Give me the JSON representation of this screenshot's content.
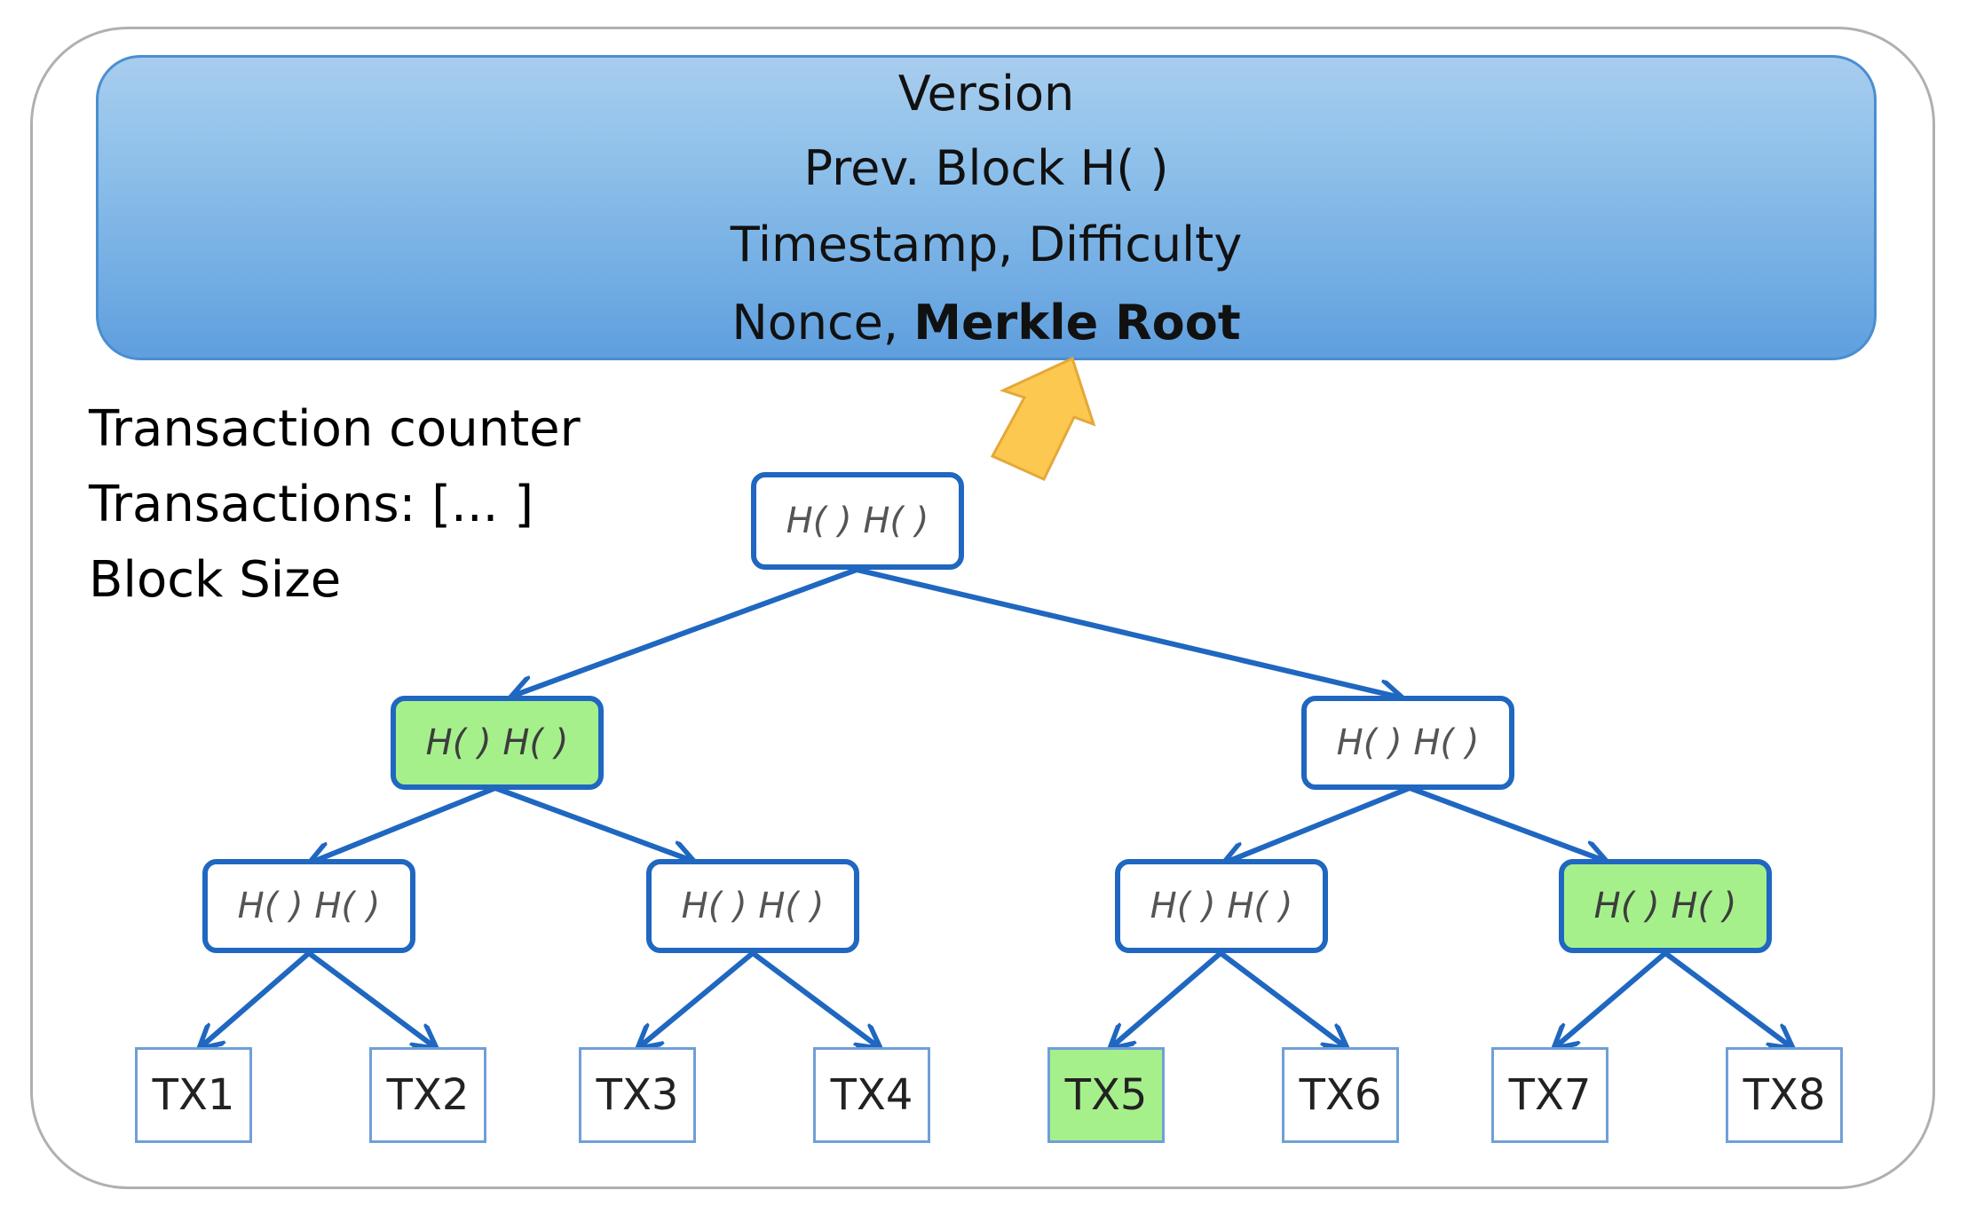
{
  "header": {
    "line1": "Version",
    "line2": "Prev. Block  H(   )",
    "line3": "Timestamp, Difficulty",
    "line4_prefix": "Nonce, ",
    "line4_bold": "Merkle Root"
  },
  "block_meta": {
    "counter": "Transaction counter",
    "transactions": "Transactions: [... ]",
    "size": "Block Size"
  },
  "tree": {
    "root_label": "H( ) H( )",
    "left_label": "H( ) H( )",
    "right_label": "H( ) H( )",
    "ll_label": "H( ) H( )",
    "lr_label": "H( ) H( )",
    "rl_label": "H( ) H( )",
    "rr_label": "H( ) H( )"
  },
  "transactions": [
    "TX1",
    "TX2",
    "TX3",
    "TX4",
    "TX5",
    "TX6",
    "TX7",
    "TX8"
  ],
  "colors": {
    "node_border": "#1f67c0",
    "highlight": "#a6f08c",
    "arrow_fill": "#fcc850"
  }
}
